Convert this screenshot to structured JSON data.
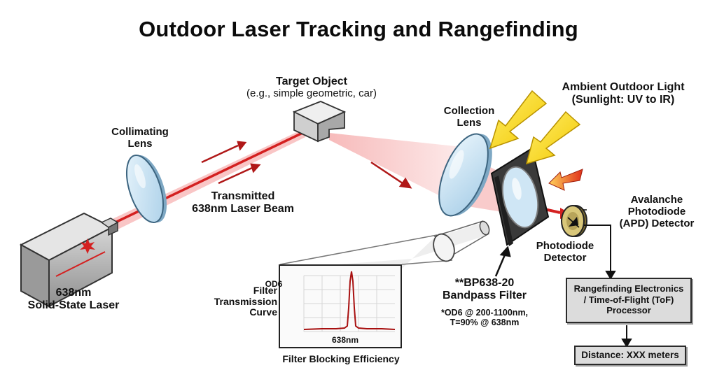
{
  "title": "Outdoor Laser Tracking and Rangefinding",
  "target_object": {
    "name": "Target Object",
    "example": "(e.g., simple geometric, car)"
  },
  "collimating_lens": [
    "Collimating",
    "Lens"
  ],
  "collection_lens": [
    "Collection",
    "Lens"
  ],
  "ambient_light": [
    "Ambient Outdoor Light",
    "(Sunlight: UV to IR)"
  ],
  "transmitted_beam": [
    "Transmitted",
    "638nm Laser Beam"
  ],
  "laser": [
    "638nm",
    "Solid-State Laser"
  ],
  "apd": [
    "Avalanche",
    "Photodiode",
    "(APD) Detector"
  ],
  "photodiode": [
    "Photodiode",
    "Detector"
  ],
  "filter": {
    "name": [
      "**BP638-20",
      "Bandpass Filter"
    ],
    "spec": [
      "*OD6 @ 200-1100nm,",
      "T=90% @ 638nm"
    ]
  },
  "transmission_curve": {
    "side_label": [
      "Filter",
      "Transmission",
      "Curve"
    ],
    "y_label": "OD6",
    "x_label": "638nm",
    "caption": "Filter Blocking Efficiency"
  },
  "electronics": [
    "Rangefinding Electronics",
    "/ Time-of-Flight (ToF)",
    "Processor"
  ],
  "distance": "Distance: XXX meters",
  "colors": {
    "laser_red": "#d42020",
    "beam_pink": "#f08a8a",
    "sun_yellow": "#f5dc1e",
    "lens_blue": "#cfe6f5",
    "box_gray": "#dcdcdc"
  }
}
